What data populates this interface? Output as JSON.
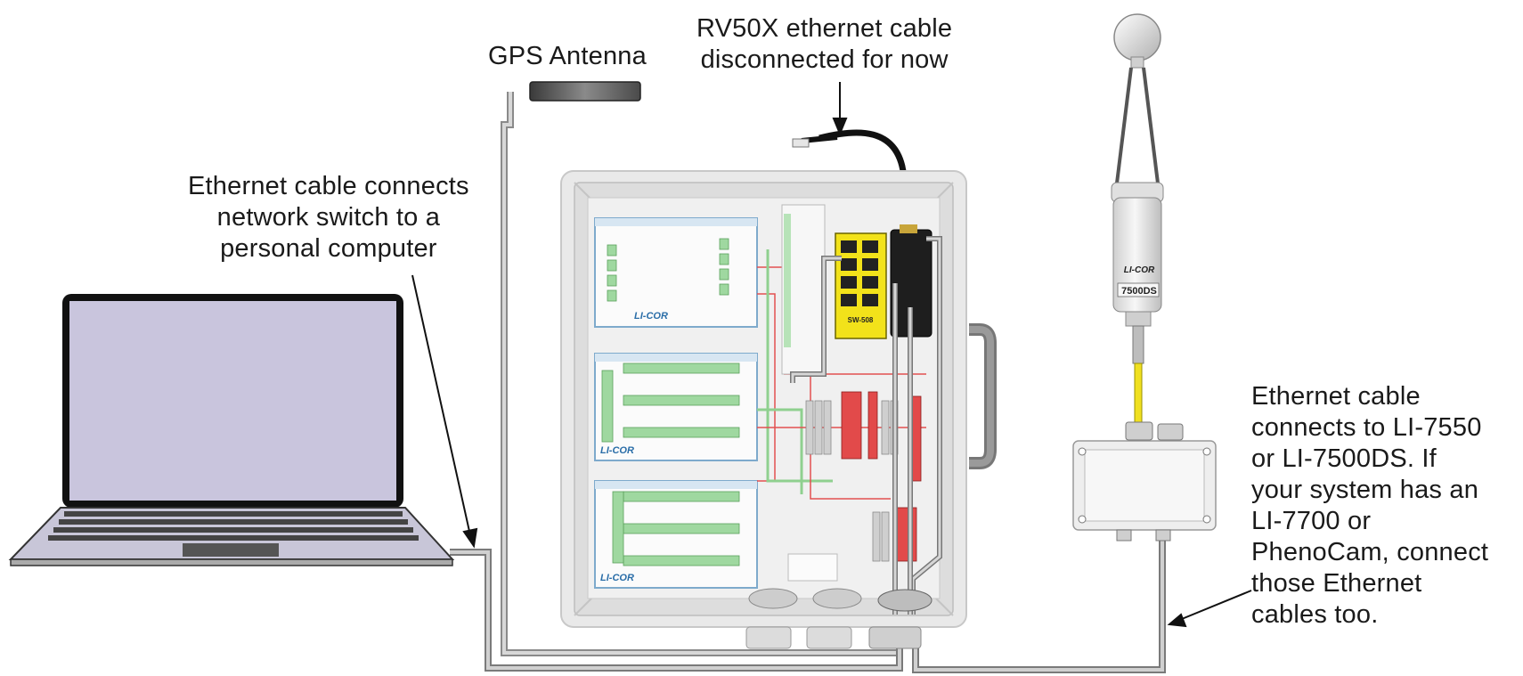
{
  "labels": {
    "gps_antenna": "GPS Antenna",
    "rv50x_cable": [
      "RV50X ethernet cable",
      "disconnected for now"
    ],
    "pc_cable": [
      "Ethernet cable connects",
      "network switch to a",
      "personal computer"
    ],
    "analyzer_cable": [
      "Ethernet cable",
      "connects to LI-7550",
      "or LI-7500DS. If",
      "your system has an",
      "LI-7700 or",
      "PhenoCam, connect",
      "those Ethernet",
      "cables too."
    ]
  },
  "enclosure": {
    "module_brand": "LI-COR",
    "switch_model": "SW-508"
  },
  "analyzer": {
    "model_text": "7500DS",
    "brand_text": "LI-COR"
  },
  "colors": {
    "cable_gray": "#9a9a9a",
    "switch_yellow": "#f2e21a",
    "terminal_green": "#9fd8a0",
    "terminal_red": "#e24a4a",
    "laptop_screen": "#c9c5dd",
    "analyzer_cable_yellow": "#f0e020"
  },
  "icons": [
    "laptop-icon",
    "gps-antenna-icon",
    "network-switch-icon",
    "modem-icon",
    "gas-analyzer-icon",
    "junction-box-icon"
  ]
}
